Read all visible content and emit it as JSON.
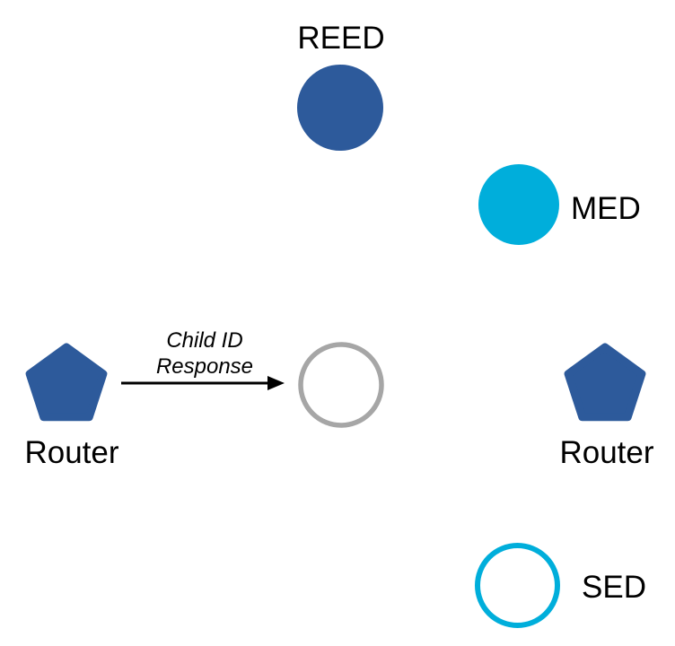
{
  "diagram": {
    "type": "network-topology",
    "nodes": {
      "reed": {
        "label": "REED",
        "shape": "filled-circle"
      },
      "med": {
        "label": "MED",
        "shape": "filled-circle"
      },
      "router_left": {
        "label": "Router",
        "shape": "pentagon"
      },
      "child_joining": {
        "label": "",
        "shape": "outline-circle"
      },
      "router_right": {
        "label": "Router",
        "shape": "pentagon"
      },
      "sed": {
        "label": "SED",
        "shape": "outline-circle"
      }
    },
    "edge": {
      "from": "router_left",
      "to": "child_joining",
      "label_line1": "Child ID",
      "label_line2": "Response"
    },
    "colors": {
      "router_blue": "#2D5A9B",
      "device_cyan": "#00AEDB",
      "outline_gray": "#A6A6A6",
      "arrow_black": "#000000"
    }
  }
}
